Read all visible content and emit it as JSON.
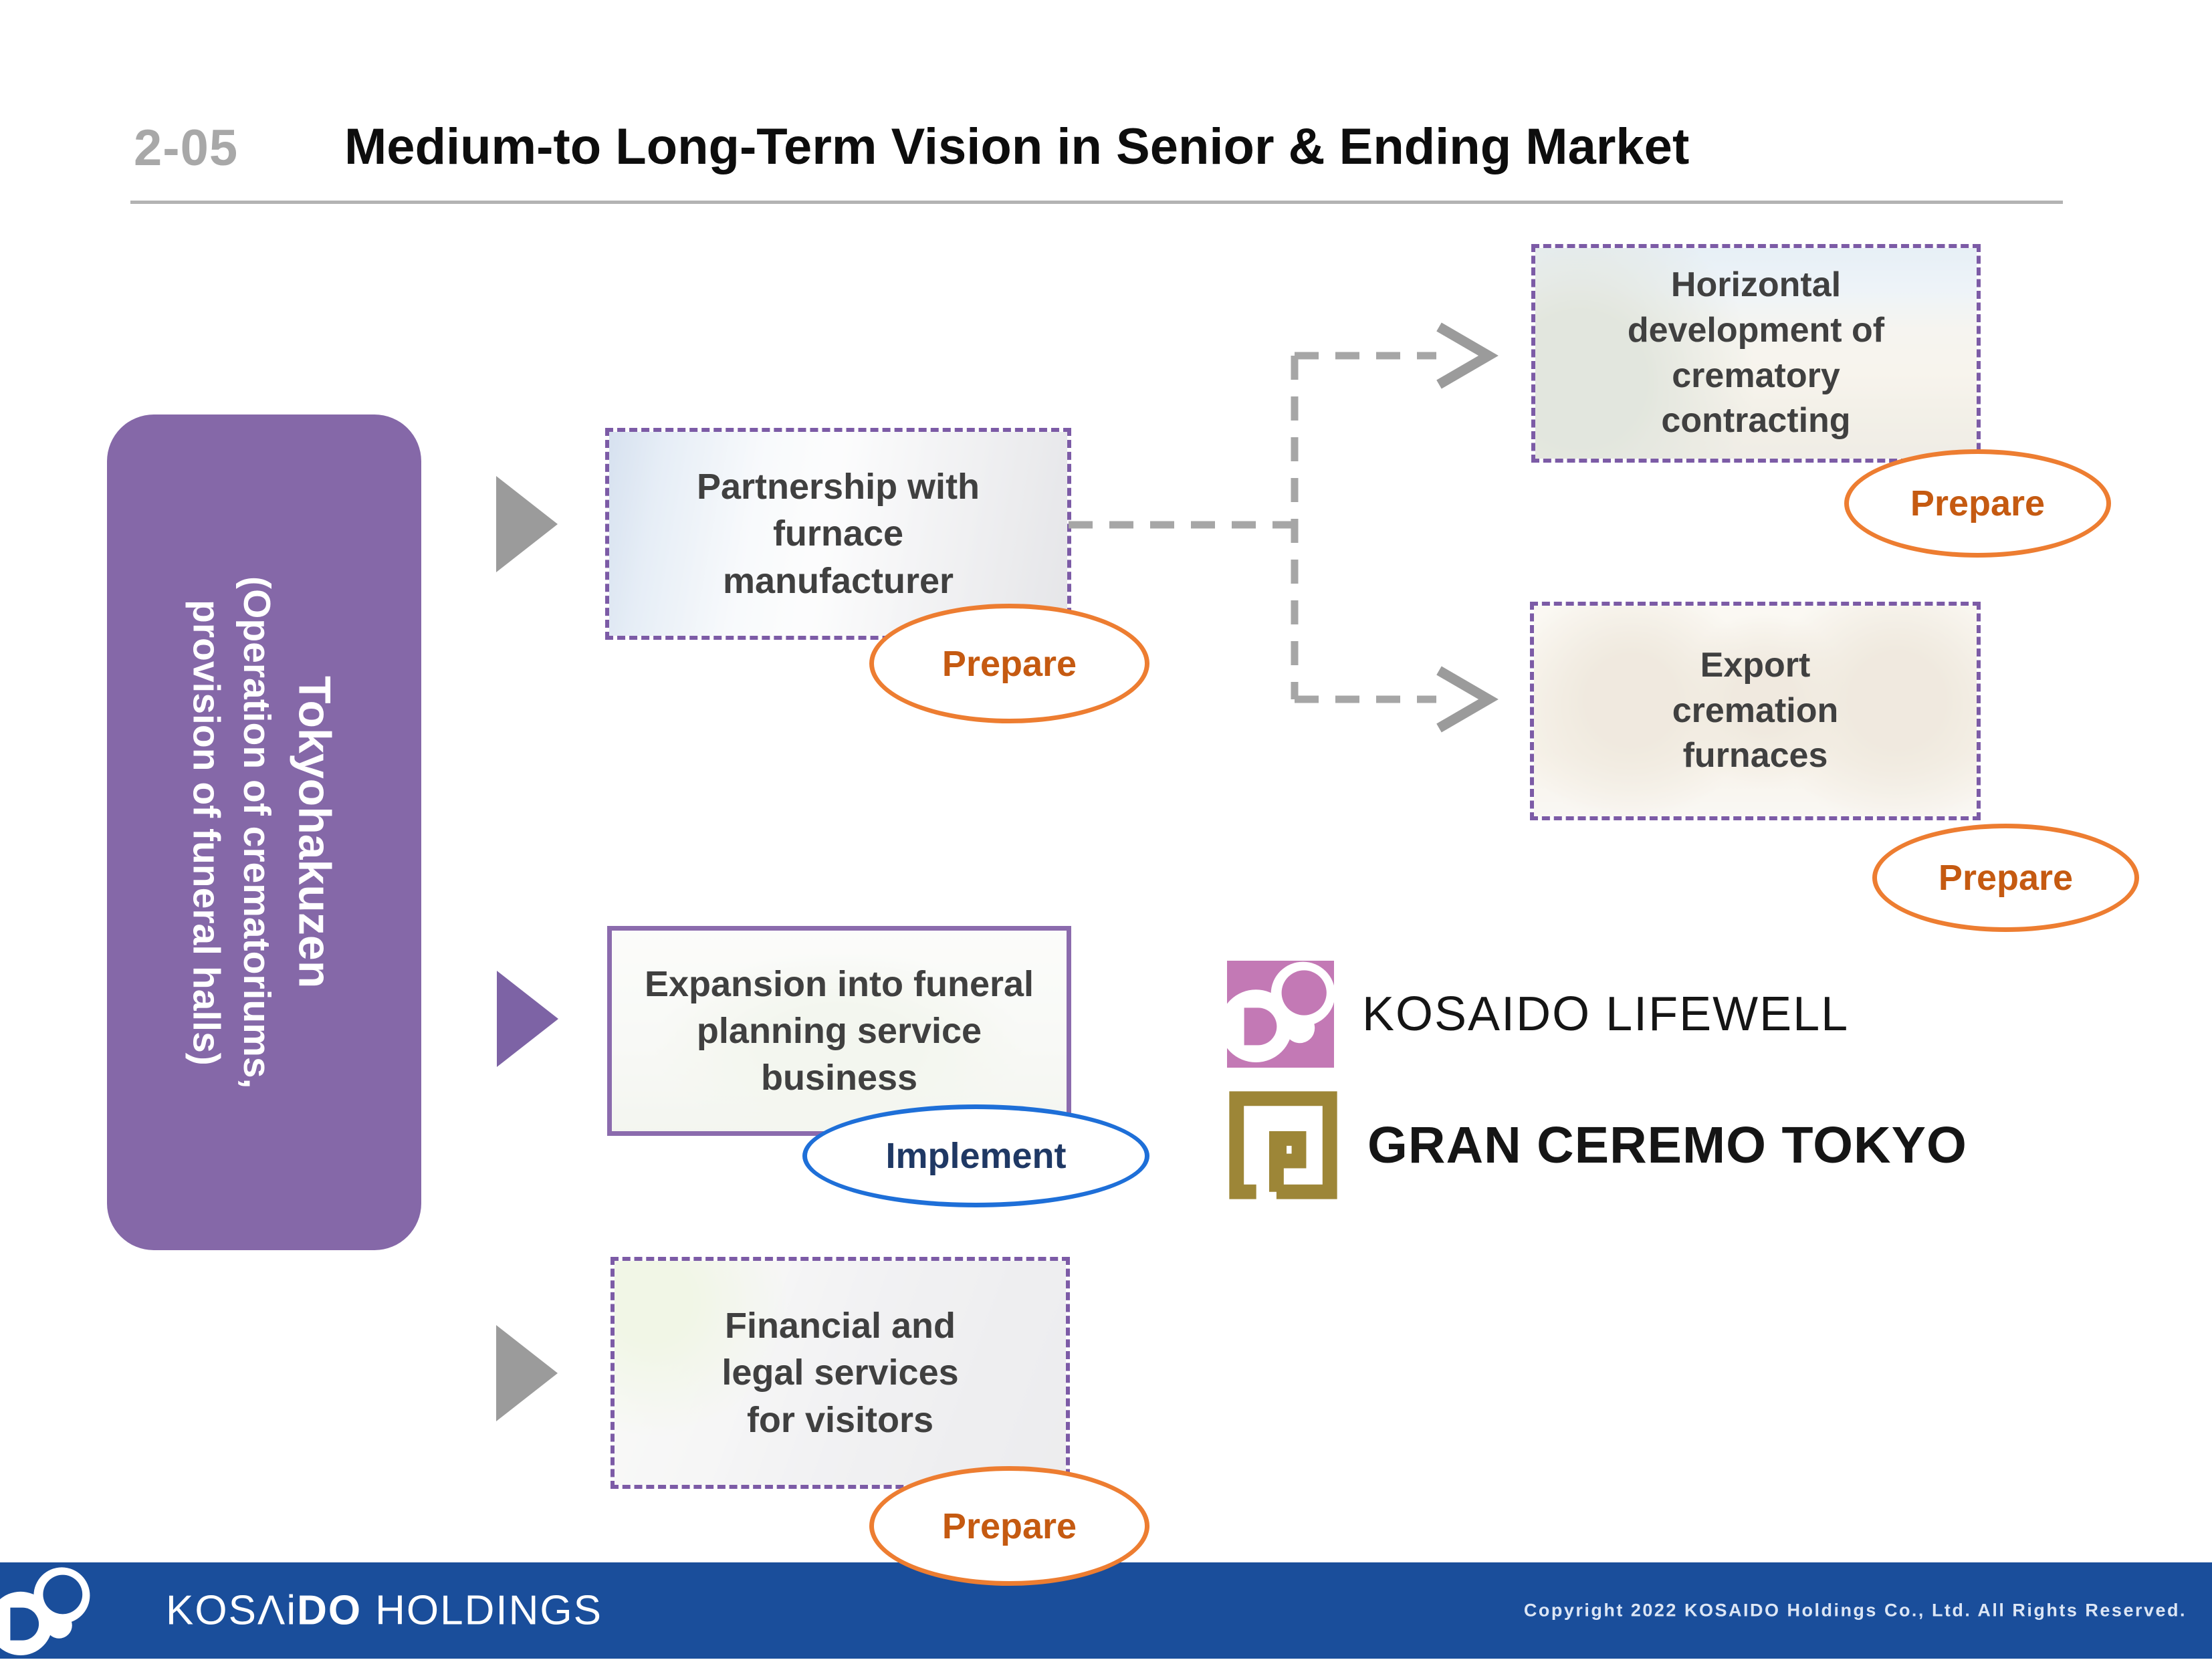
{
  "header": {
    "section_number": "2-05",
    "title": "Medium-to Long-Term Vision in Senior & Ending Market"
  },
  "left_panel": {
    "title": "Tokyohakuzen",
    "subtitle": "(Operation of crematoriums, provision of funeral halls)"
  },
  "flow": {
    "partnership": {
      "label": "Partnership with furnace manufacturer",
      "status": "Prepare"
    },
    "expansion": {
      "label": "Expansion into funeral planning service business",
      "status": "Implement"
    },
    "financial": {
      "label": "Financial and legal services for visitors",
      "status": "Prepare"
    },
    "horizontal_dev": {
      "label": "Horizontal development of crematory contracting",
      "status": "Prepare"
    },
    "export_furnaces": {
      "label": "Export cremation furnaces",
      "status": "Prepare"
    }
  },
  "logos": {
    "kosaido_lifewell": "KOSAIDO LIFEWELL",
    "gran_ceremo": "GRAN CEREMO TOKYO"
  },
  "footer": {
    "brand_first": "KOSΛi",
    "brand_bold": "DO",
    "brand_rest": "HOLDINGS",
    "copyright": "Copyright 2022 KOSAIDO Holdings Co., Ltd. All Rights Reserved."
  },
  "colors": {
    "accent_purple": "#8568a8",
    "dashed_border_purple": "#7c5ba6",
    "status_orange_border": "#ED7D31",
    "status_orange_text": "#C55A11",
    "status_blue_border": "#1e6fd8",
    "status_blue_text": "#1F3864",
    "footer_blue": "#1a4e9b",
    "lifewell_pink": "#c379b5",
    "gran_gold": "#9d8637",
    "arrow_gray": "#9b9b9b"
  }
}
